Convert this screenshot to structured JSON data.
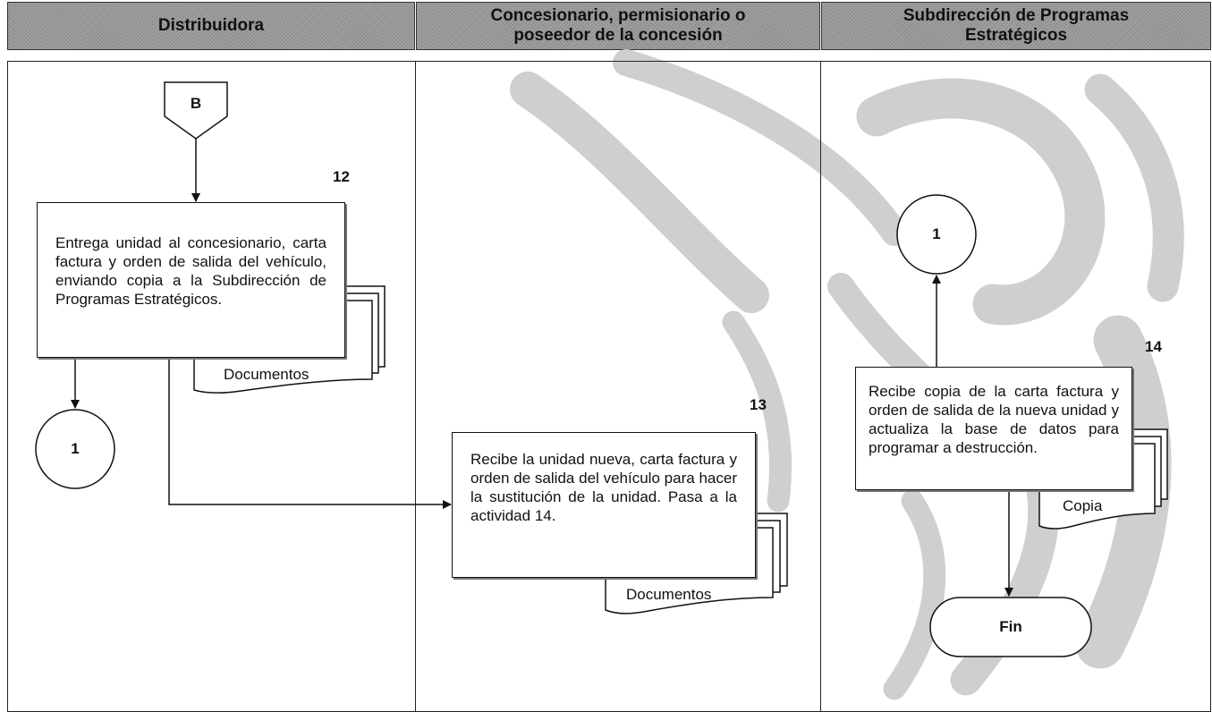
{
  "lanes": [
    {
      "title_line1": "Distribuidora",
      "title_line2": ""
    },
    {
      "title_line1": "Concesionario, permisionario o",
      "title_line2": "poseedor de la concesión"
    },
    {
      "title_line1": "Subdirección de Programas",
      "title_line2": "Estratégicos"
    }
  ],
  "steps": {
    "s12": {
      "number": "12",
      "text": "Entrega unidad al concesionario, carta factura y orden de salida del vehículo, enviando copia a la Subdirección de Programas Estratégicos.",
      "doc_label": "Documentos"
    },
    "s13": {
      "number": "13",
      "text": "Recibe la unidad nueva, carta factura y orden de salida del vehículo para hacer la sustitución de la unidad. Pasa a la actividad 14.",
      "doc_label": "Documentos"
    },
    "s14": {
      "number": "14",
      "text": "Recibe copia de la carta factura y orden de salida de la nueva unidad y actualiza la base de datos para programar a destrucción.",
      "doc_label": "Copia"
    }
  },
  "connectors": {
    "offpage_b": "B",
    "conn_1_left": "1",
    "conn_1_right": "1",
    "terminal_fin": "Fin"
  }
}
